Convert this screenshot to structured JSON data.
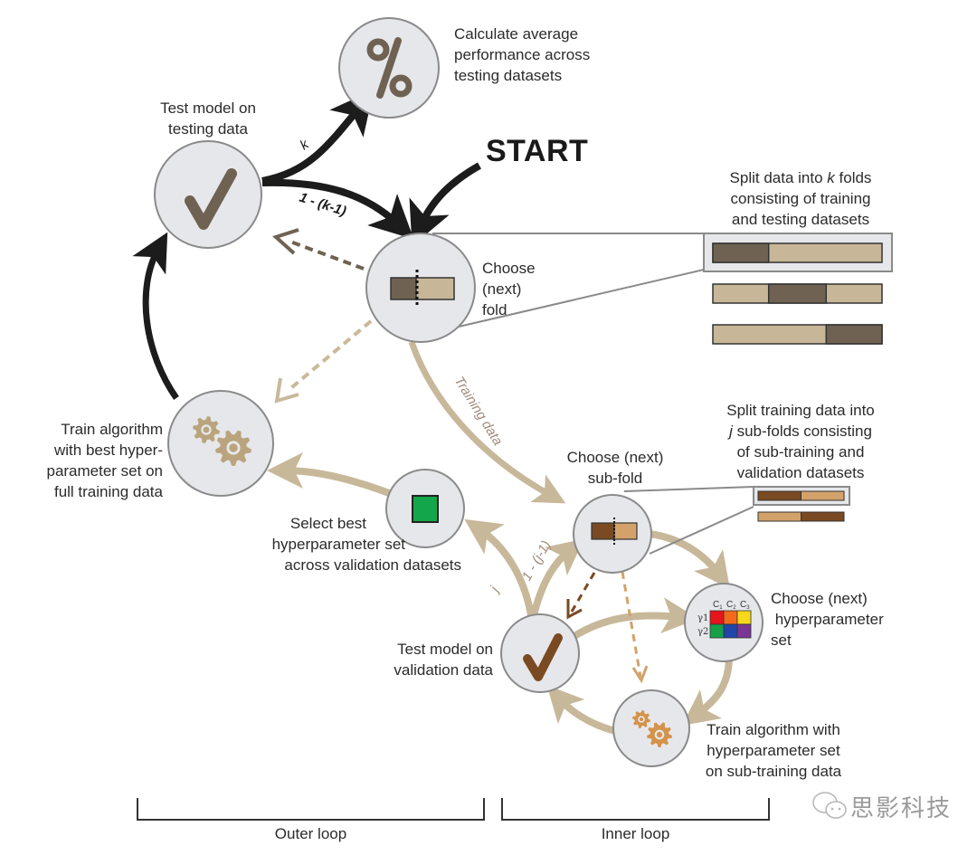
{
  "start_label": "START",
  "nodes": {
    "average": {
      "icon": "percent-icon",
      "label": [
        "Calculate average",
        "performance across",
        "testing datasets"
      ]
    },
    "test_outer": {
      "icon": "checkmark-icon",
      "label": [
        "Test model on",
        "testing data"
      ]
    },
    "choose_fold": {
      "icon": "fold-bar-icon",
      "label": [
        "Choose",
        "(next)",
        "fold"
      ]
    },
    "train_outer": {
      "icon": "gears-icon",
      "label": [
        "Train algorithm",
        "with best hyper-",
        "parameter set on",
        "full training data"
      ]
    },
    "select_best": {
      "icon": "green-square-icon",
      "label": [
        "Select best",
        "hyperparameter set",
        "across validation datasets"
      ]
    },
    "choose_subfold": {
      "icon": "subfold-bar-icon",
      "label": [
        "Choose (next)",
        "sub-fold"
      ]
    },
    "choose_hyper": {
      "icon": "hyperparameter-grid-icon",
      "label": [
        "Choose (next)",
        " hyperparameter",
        "set"
      ],
      "grid": {
        "cols": [
          "C1",
          "C2",
          "C3"
        ],
        "rows": [
          "γ1",
          "γ2"
        ],
        "colors": [
          [
            "#e8141c",
            "#f26a1b",
            "#f7d81b"
          ],
          [
            "#16a04a",
            "#1f46a8",
            "#7a3596"
          ]
        ]
      }
    },
    "test_inner": {
      "icon": "checkmark-icon",
      "label": [
        "Test model on",
        "validation data"
      ]
    },
    "train_inner": {
      "icon": "gears-icon",
      "label": [
        "Train algorithm with",
        "hyperparameter set",
        "on sub-training data"
      ]
    }
  },
  "split_outer": {
    "label_pre": "Split data into ",
    "label_var": "k",
    "label_post": " folds",
    "label_rest": [
      "consisting of training",
      "and testing datasets"
    ],
    "folds": [
      {
        "test_start": 0,
        "test_end": 0.33
      },
      {
        "test_start": 0.33,
        "test_end": 0.67
      },
      {
        "test_start": 0.67,
        "test_end": 1.0
      }
    ]
  },
  "split_inner": {
    "label_first": "Split training data into",
    "label_var": "j",
    "label_second_rest": " sub-folds consisting",
    "label_rest": [
      "of sub-training and",
      "validation datasets"
    ],
    "folds": [
      {
        "val_start": 0,
        "val_end": 0.5
      },
      {
        "val_start": 0.5,
        "val_end": 1.0
      }
    ]
  },
  "edge_labels": {
    "k": "k",
    "one_minus_k": "1 - (k-1)",
    "training_data": "Training data",
    "j": "j",
    "one_minus_j": "1 - (j-1)"
  },
  "brackets": {
    "outer": "Outer loop",
    "inner": "Inner loop"
  },
  "watermark": "思影科技",
  "colors": {
    "node_fill": "#e6e7ea",
    "node_stroke": "#8a8a8a",
    "dark_brown": "#6f6252",
    "tan": "#c7b798",
    "inner_dark": "#7a4a22",
    "inner_light": "#d3a26a",
    "arrow_black": "#1c1c1c",
    "arrow_tan": "#c8b89a",
    "green": "#14a64a",
    "gear_outer": "#b9a47e",
    "gear_inner": "#d4924a"
  }
}
